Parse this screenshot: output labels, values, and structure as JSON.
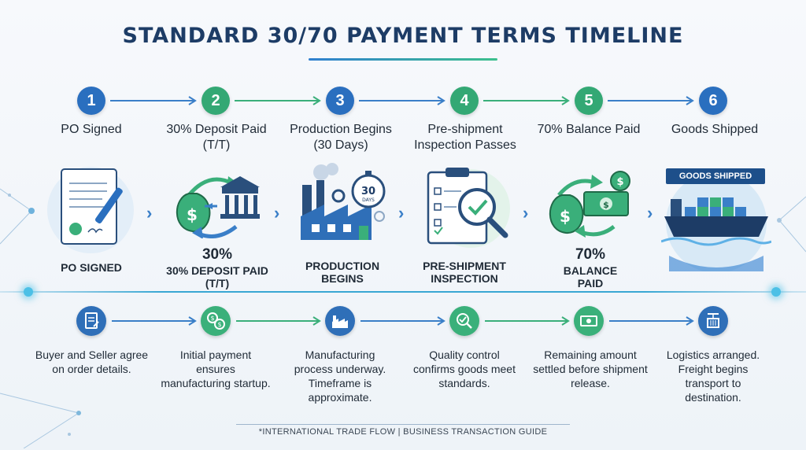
{
  "title": "STANDARD 30/70 PAYMENT TERMS TIMELINE",
  "steps": [
    {
      "number": "1",
      "title": "PO Signed",
      "caption": "PO SIGNED",
      "caption_pre": "",
      "description": "Buyer and Seller agree on order details."
    },
    {
      "number": "2",
      "title": "30% Deposit Paid (T/T)",
      "caption_pre": "30%",
      "caption": "30% DEPOSIT PAID (T/T)",
      "description": "Initial payment ensures manufacturing startup."
    },
    {
      "number": "3",
      "title": "Production Begins (30 Days)",
      "caption_pre": "",
      "caption": "PRODUCTION BEGINS",
      "badge": "30",
      "badge_sub": "DAYS",
      "description": "Manufacturing process underway. Timeframe is approximate."
    },
    {
      "number": "4",
      "title": "Pre-shipment Inspection Passes",
      "caption_pre": "",
      "caption": "PRE-SHIPMENT INSPECTION",
      "description": "Quality control confirms goods meet standards."
    },
    {
      "number": "5",
      "title": "70% Balance Paid",
      "caption_pre": "70%",
      "caption": "BALANCE PAID",
      "description": "Remaining amount settled before shipment release."
    },
    {
      "number": "6",
      "title": "Goods Shipped",
      "caption_pre": "",
      "caption": "",
      "banner": "GOODS SHIPPED",
      "description": "Logistics arranged. Freight begins transport to destination."
    }
  ],
  "footer": "*INTERNATIONAL TRADE FLOW | BUSINESS TRANSACTION GUIDE",
  "colors": {
    "blue": "#2a6fbf",
    "green": "#33a874",
    "navy": "#1d3c66"
  }
}
